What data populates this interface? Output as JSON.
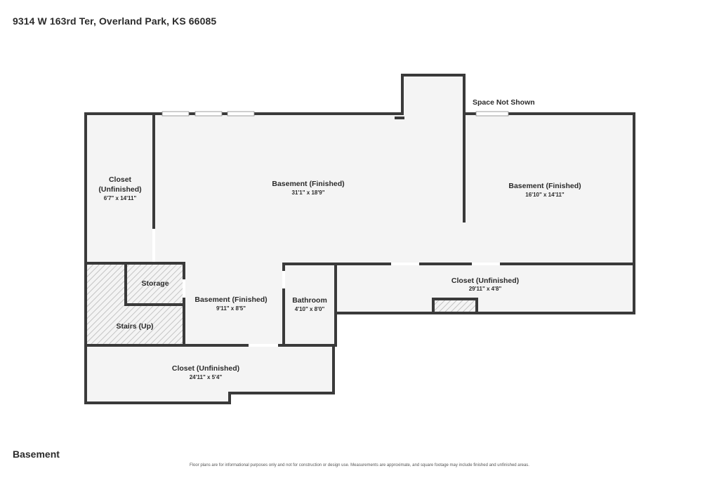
{
  "header": {
    "address": "9314 W 163rd Ter, Overland Park, KS 66085"
  },
  "level_label": "Basement",
  "note_space_not_shown": "Space Not Shown",
  "rooms": {
    "closet_left": {
      "name_line1": "Closet",
      "name_line2": "(Unfinished)",
      "dims": "6'7\" x 14'11\""
    },
    "basement_main": {
      "name": "Basement (Finished)",
      "dims": "31'1\" x 18'9\""
    },
    "basement_right": {
      "name": "Basement (Finished)",
      "dims": "16'10\" x 14'11\""
    },
    "storage": {
      "name": "Storage"
    },
    "stairs": {
      "name": "Stairs (Up)"
    },
    "basement_small": {
      "name": "Basement (Finished)",
      "dims": "9'11\" x 8'5\""
    },
    "bathroom": {
      "name": "Bathroom",
      "dims": "4'10\" x 8'0\""
    },
    "closet_right": {
      "name": "Closet (Unfinished)",
      "dims": "29'11\" x 4'8\""
    },
    "closet_bottom": {
      "name": "Closet (Unfinished)",
      "dims": "24'11\" x 5'4\""
    }
  },
  "footer": {
    "disclaimer": "Floor plans are for informational purposes only and not for construction or design use. Measurements are approximate, and square footage may include finished and unfinished areas."
  },
  "colors": {
    "wall": "#3a3a3a",
    "floor": "#f4f4f4",
    "hatch": "#b8b8b8"
  }
}
